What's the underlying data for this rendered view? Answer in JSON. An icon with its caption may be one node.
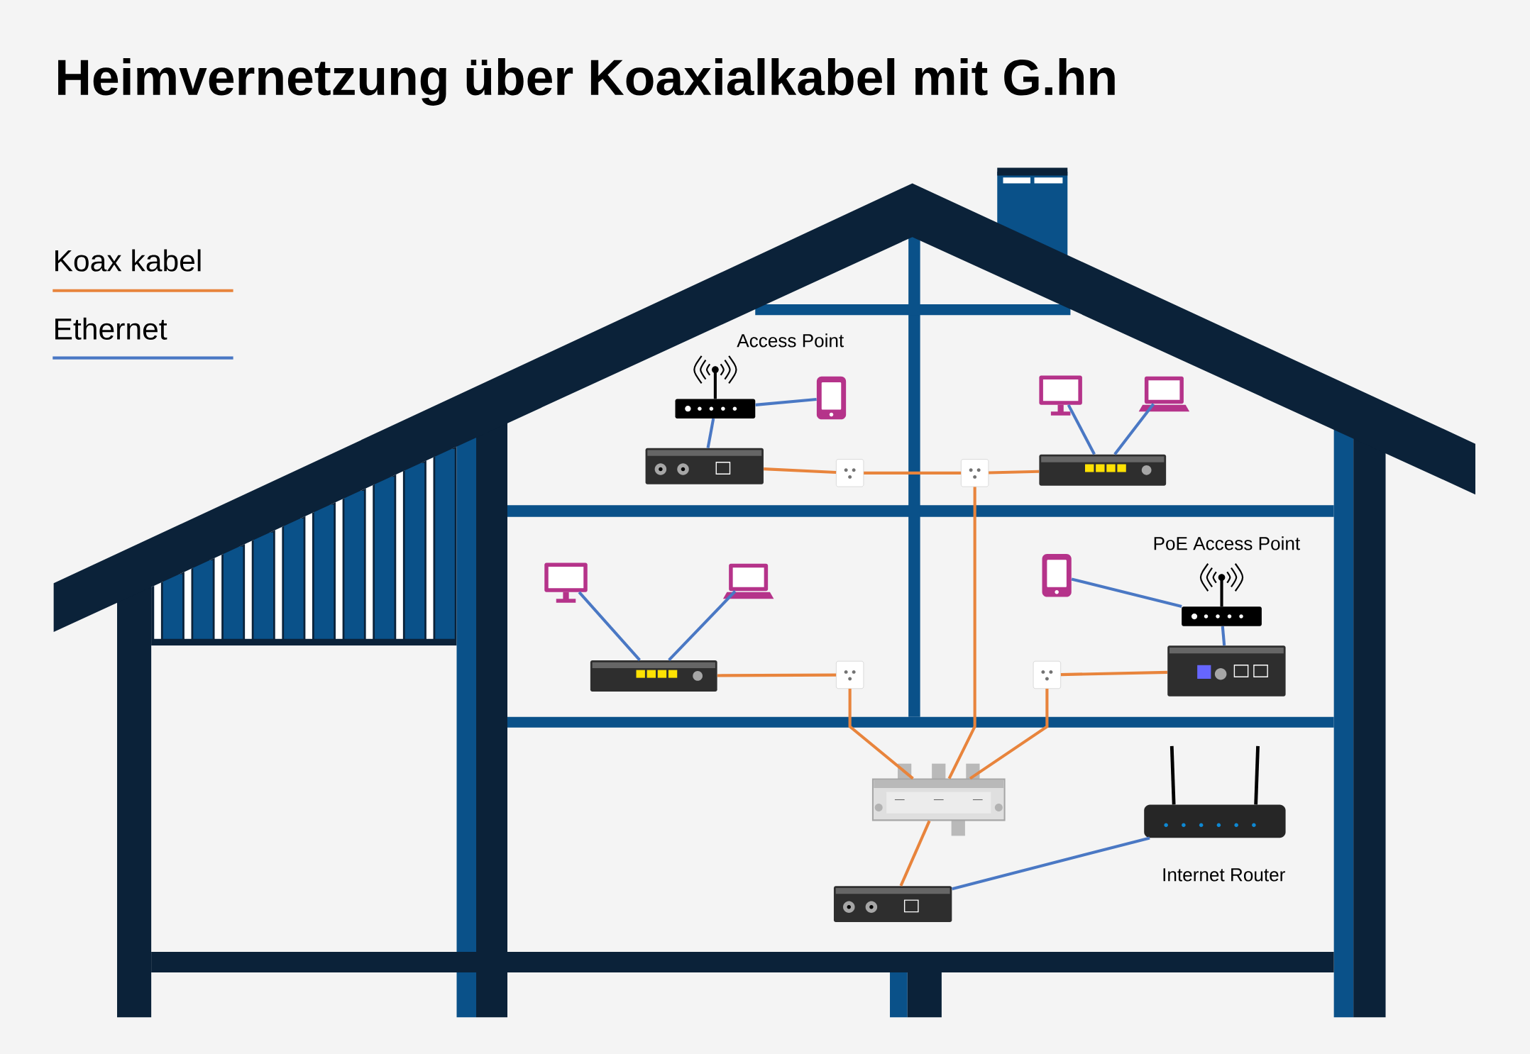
{
  "diagram": {
    "title": "Heimvernetzung über Koaxialkabel mit G.hn",
    "nodes": [
      {
        "text": [],
        "shape": "picture",
        "beside": [
          "Access Point"
        ]
      },
      {
        "text": [],
        "shape": "picture"
      },
      {
        "text": [],
        "shape": "picture"
      },
      {
        "text": [],
        "shape": "box"
      },
      {
        "text": [],
        "shape": "box"
      },
      {
        "text": [],
        "shape": "picture"
      },
      {
        "text": [],
        "shape": "picture"
      },
      {
        "text": [],
        "shape": "picture"
      },
      {
        "text": [],
        "shape": "picture"
      },
      {
        "text": [],
        "shape": "picture"
      },
      {
        "text": [],
        "shape": "picture"
      },
      {
        "text": [],
        "shape": "box"
      },
      {
        "text": [],
        "shape": "picture"
      },
      {
        "text": [],
        "shape": "picture",
        "beside": [
          "PoE Access Point"
        ]
      },
      {
        "text": [],
        "shape": "picture"
      },
      {
        "text": [],
        "shape": "box"
      },
      {
        "text": [],
        "shape": "picture"
      },
      {
        "text": [],
        "shape": "picture"
      },
      {
        "text": [],
        "shape": "picture",
        "beside": [
          "Internet Router"
        ]
      }
    ],
    "edges": [
      {
        "from": 0,
        "to": 1,
        "arrow": "none",
        "color": "#4a78c4"
      },
      {
        "from": 0,
        "to": 2,
        "arrow": "none",
        "color": "#4a78c4"
      },
      {
        "from": 2,
        "to": 3,
        "arrow": "none",
        "color": "#e8843c"
      },
      {
        "from": 3,
        "to": 4,
        "arrow": "none",
        "color": "#e8843c"
      },
      {
        "from": 4,
        "to": 5,
        "arrow": "none",
        "color": "#e8843c"
      },
      {
        "from": 6,
        "to": 5,
        "arrow": "none",
        "color": "#4a78c4"
      },
      {
        "from": 7,
        "to": 5,
        "arrow": "none",
        "color": "#4a78c4"
      },
      {
        "from": 8,
        "to": 10,
        "arrow": "none",
        "color": "#4a78c4"
      },
      {
        "from": 9,
        "to": 10,
        "arrow": "none",
        "color": "#4a78c4"
      },
      {
        "from": 10,
        "to": 11,
        "arrow": "none",
        "color": "#e8843c"
      },
      {
        "from": 12,
        "to": 13,
        "arrow": "none",
        "color": "#4a78c4"
      },
      {
        "from": 13,
        "to": 14,
        "arrow": "none",
        "color": "#4a78c4"
      },
      {
        "from": 14,
        "to": 15,
        "arrow": "none",
        "color": "#e8843c"
      },
      {
        "from": 11,
        "to": 16,
        "arrow": "none",
        "color": "#e8843c"
      },
      {
        "from": 4,
        "to": 16,
        "arrow": "none",
        "color": "#e8843c"
      },
      {
        "from": 15,
        "to": 16,
        "arrow": "none",
        "color": "#e8843c"
      },
      {
        "from": 16,
        "to": 17,
        "arrow": "none",
        "color": "#e8843c"
      },
      {
        "from": 17,
        "to": 18,
        "arrow": "none",
        "color": "#4a78c4"
      }
    ],
    "legend": [
      {
        "text": "Koax kabel"
      },
      {
        "text": "Ethernet"
      }
    ]
  }
}
